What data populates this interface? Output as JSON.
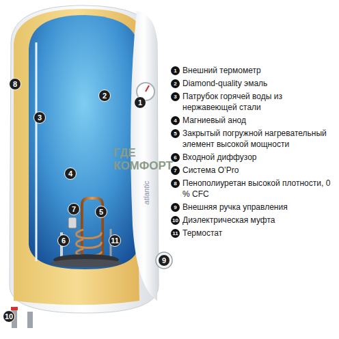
{
  "diagram": {
    "labels": [
      "1",
      "2",
      "3",
      "4",
      "5",
      "6",
      "7",
      "8",
      "9",
      "10",
      "11",
      "1",
      "Внешний термометр",
      "2",
      "Diamond-quality эмаль",
      "3",
      "Патрубок горячей воды из нержавеющей стали",
      "4",
      "Магниевый анод",
      "5",
      "Закрытый погружной нагревательный элемент высокой мощности",
      "6",
      "Входной диффузор",
      "7",
      "Система O’Pro",
      "8",
      "Пенополиуретан высокой плотности, 0 % CFC",
      "9",
      "Внешняя ручка управления",
      "10",
      "Диэлектрическая муфта",
      "11",
      "Термостат",
      "atlantic",
      "ГДЕ КОМФОРТ"
    ]
  }
}
